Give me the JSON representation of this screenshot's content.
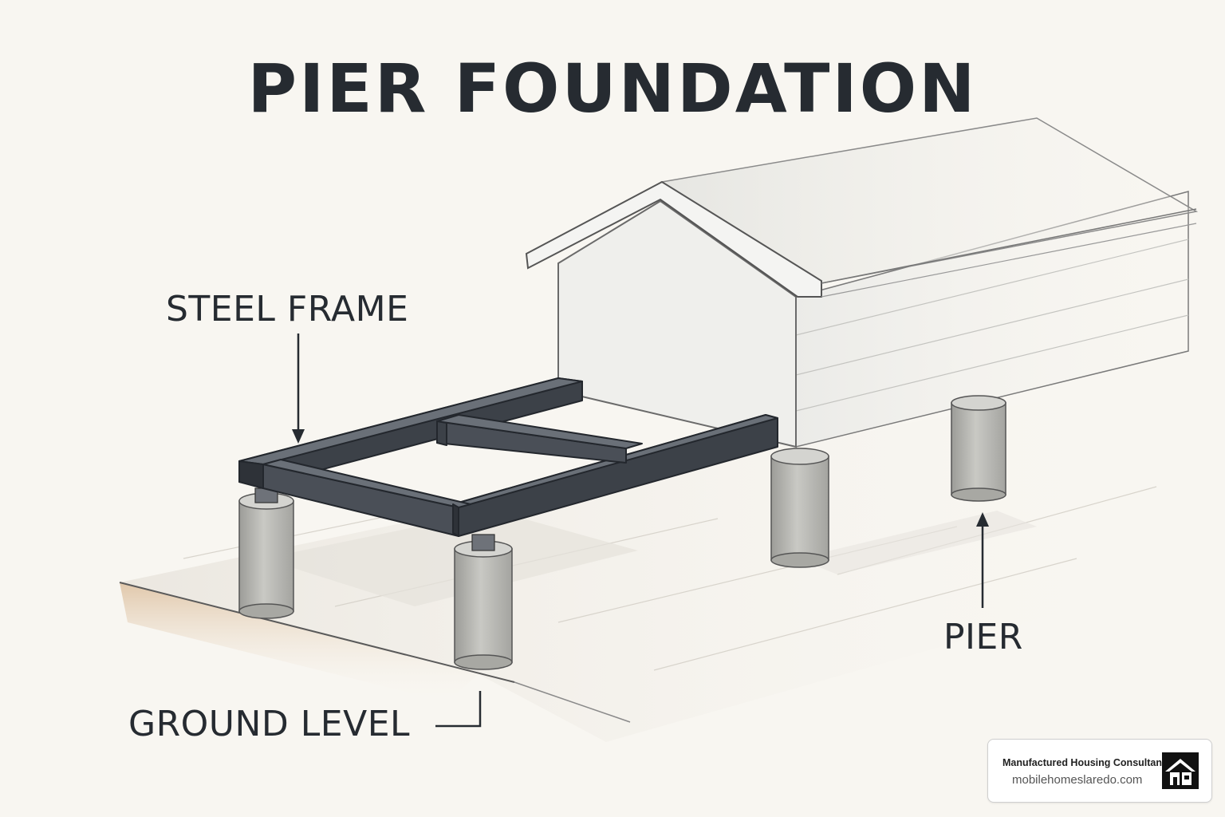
{
  "diagram": {
    "title": "PIER FOUNDATION",
    "labels": {
      "steel_frame": "STEEL FRAME",
      "pier": "PIER",
      "ground_level": "GROUND LEVEL"
    },
    "colors": {
      "background": "#f8f6f1",
      "text": "#262b31",
      "steel": "#4a4f57",
      "concrete": "#b9b9b4",
      "house": "#efefec",
      "soil": "#d9b893"
    }
  },
  "badge": {
    "name": "Manufactured Housing Consultants",
    "url": "mobilehomeslaredo.com",
    "logo_icon": "house-logo-icon"
  }
}
